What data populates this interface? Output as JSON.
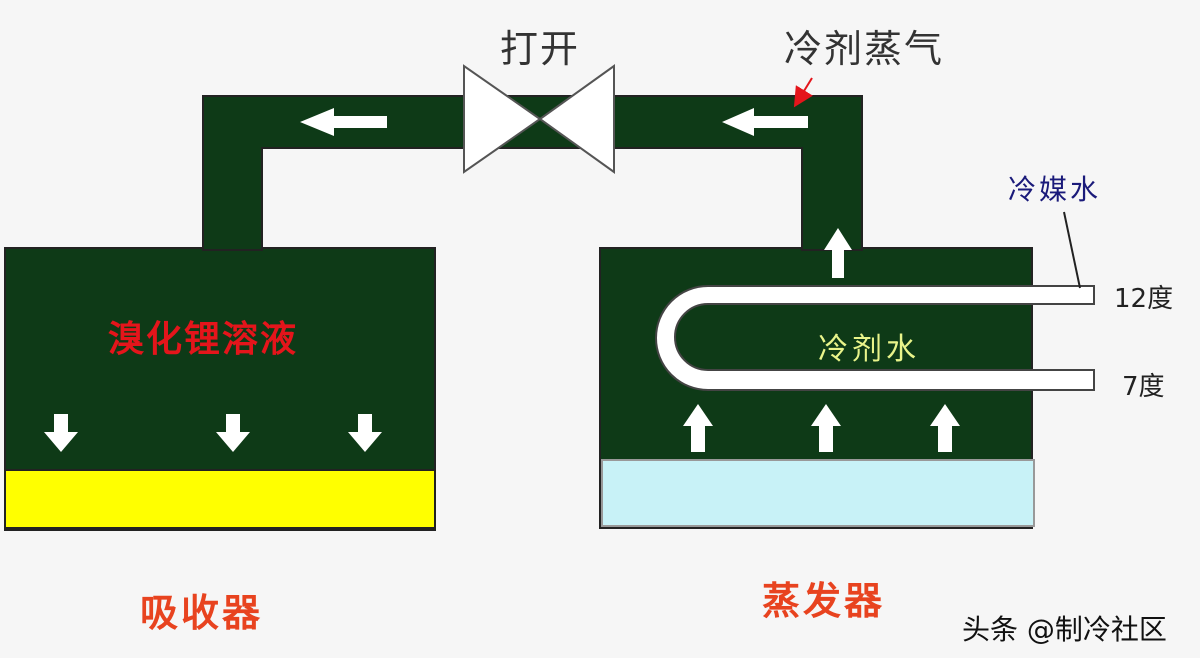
{
  "labels": {
    "valve": "打开",
    "vapor": "冷剂蒸气",
    "chilled_water": "冷媒水",
    "temp_high": "12度",
    "temp_low": "7度",
    "solution": "溴化锂溶液",
    "refrigerant_water": "冷剂水",
    "absorber": "吸收器",
    "evaporator": "蒸发器"
  },
  "watermark": "头条 @制冷社区",
  "colors": {
    "vessel": "#0e3a17",
    "absorbent_layer": "#ffff00",
    "water_layer": "#c8f2f7",
    "arrow": "#ffffff",
    "solution_text": "#e4151b",
    "component_text": "#e8431f",
    "pointer": "#e4151b"
  },
  "icons": [
    "flow-arrow-icon",
    "valve-icon",
    "pointer-arrow-icon"
  ]
}
